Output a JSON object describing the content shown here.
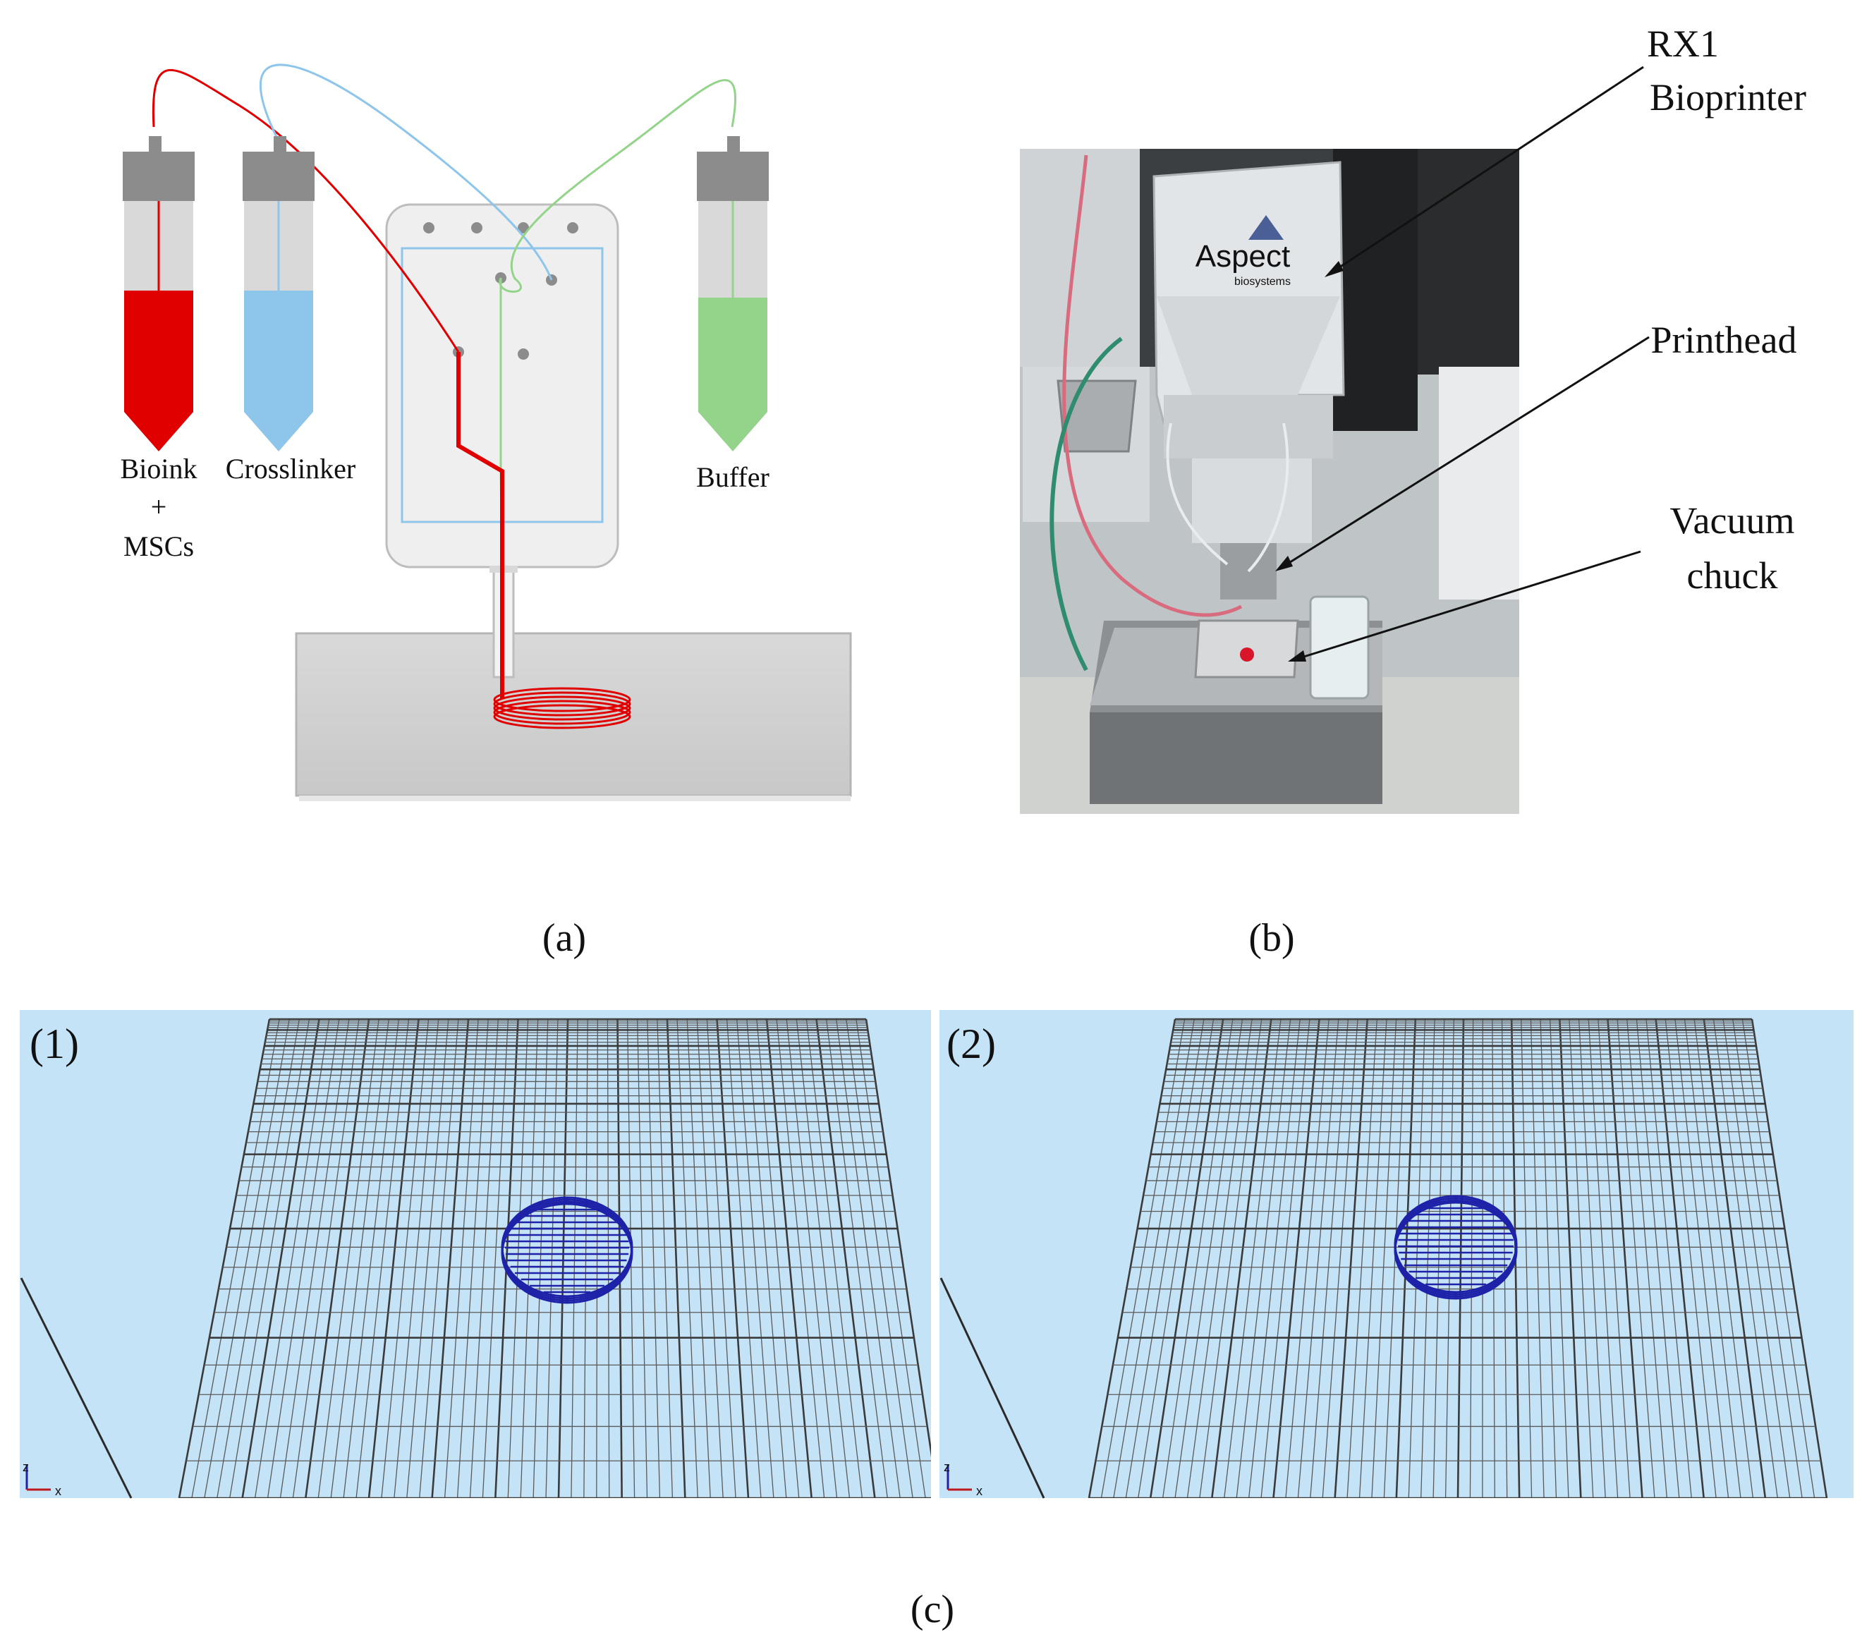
{
  "panel_a": {
    "labels": {
      "bioink": "Bioink",
      "plus": "+",
      "mscs": "MSCs",
      "crosslinker": "Crosslinker",
      "buffer": "Buffer"
    },
    "caption": "(a)",
    "colors": {
      "bioink": "#e00000",
      "crosslinker": "#8ec5ea",
      "buffer": "#94d48a"
    }
  },
  "panel_b": {
    "caption": "(b)",
    "photo_logo": "Aspect",
    "photo_logo_sub": "biosystems",
    "callouts": {
      "bioprinter_line1": "RX1",
      "bioprinter_line2": "Bioprinter",
      "printhead": "Printhead",
      "vacuum_line1": "Vacuum",
      "vacuum_line2": "chuck"
    }
  },
  "panel_c": {
    "caption": "(c)",
    "view1_label": "(1)",
    "view2_label": "(2)",
    "axis_z": "z",
    "axis_x": "x",
    "colors": {
      "background": "#c5e3f6",
      "toolpath": "#1e22a8"
    }
  }
}
